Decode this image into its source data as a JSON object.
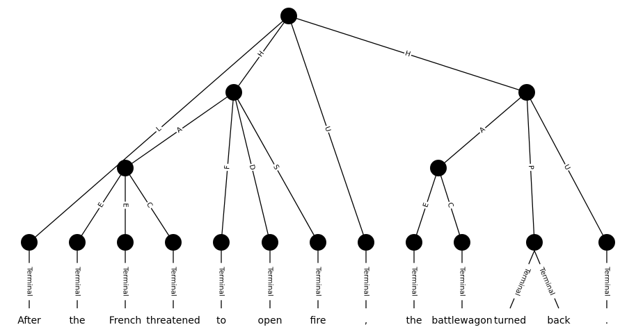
{
  "diagram": {
    "nodes": [
      {
        "id": "root"
      },
      {
        "id": "n1"
      },
      {
        "id": "n2"
      },
      {
        "id": "n3"
      },
      {
        "id": "n4"
      },
      {
        "id": "t_after"
      },
      {
        "id": "t_the1"
      },
      {
        "id": "t_french"
      },
      {
        "id": "t_threatened"
      },
      {
        "id": "t_to"
      },
      {
        "id": "t_open"
      },
      {
        "id": "t_fire"
      },
      {
        "id": "t_comma"
      },
      {
        "id": "t_the2"
      },
      {
        "id": "t_battlewagon"
      },
      {
        "id": "t_turnedback"
      },
      {
        "id": "t_period"
      }
    ],
    "edges": [
      {
        "from": "root",
        "to": "t_after",
        "label": "L"
      },
      {
        "from": "root",
        "to": "n1",
        "label": "H"
      },
      {
        "from": "root",
        "to": "t_comma",
        "label": "U"
      },
      {
        "from": "root",
        "to": "n3",
        "label": "H"
      },
      {
        "from": "n1",
        "to": "n2",
        "label": "A"
      },
      {
        "from": "n1",
        "to": "t_to",
        "label": "F"
      },
      {
        "from": "n1",
        "to": "t_open",
        "label": "D"
      },
      {
        "from": "n1",
        "to": "t_fire",
        "label": "S"
      },
      {
        "from": "n2",
        "to": "t_the1",
        "label": "E"
      },
      {
        "from": "n2",
        "to": "t_french",
        "label": "E"
      },
      {
        "from": "n2",
        "to": "t_threatened",
        "label": "C"
      },
      {
        "from": "n3",
        "to": "n4",
        "label": "A"
      },
      {
        "from": "n3",
        "to": "t_turnedback",
        "label": "P"
      },
      {
        "from": "n3",
        "to": "t_period",
        "label": "U"
      },
      {
        "from": "n4",
        "to": "t_the2",
        "label": "E"
      },
      {
        "from": "n4",
        "to": "t_battlewagon",
        "label": "C"
      }
    ],
    "terminal_label": "Terminal",
    "words": [
      {
        "node": "t_after",
        "text": "After"
      },
      {
        "node": "t_the1",
        "text": "the"
      },
      {
        "node": "t_french",
        "text": "French"
      },
      {
        "node": "t_threatened",
        "text": "threatened"
      },
      {
        "node": "t_to",
        "text": "to"
      },
      {
        "node": "t_open",
        "text": "open"
      },
      {
        "node": "t_fire",
        "text": "fire"
      },
      {
        "node": "t_comma",
        "text": ","
      },
      {
        "node": "t_the2",
        "text": "the"
      },
      {
        "node": "t_battlewagon",
        "text": "battlewagon"
      },
      {
        "node": "t_turnedback",
        "text": "turned"
      },
      {
        "node": "t_turnedback",
        "text": "back"
      },
      {
        "node": "t_period",
        "text": "."
      }
    ]
  }
}
